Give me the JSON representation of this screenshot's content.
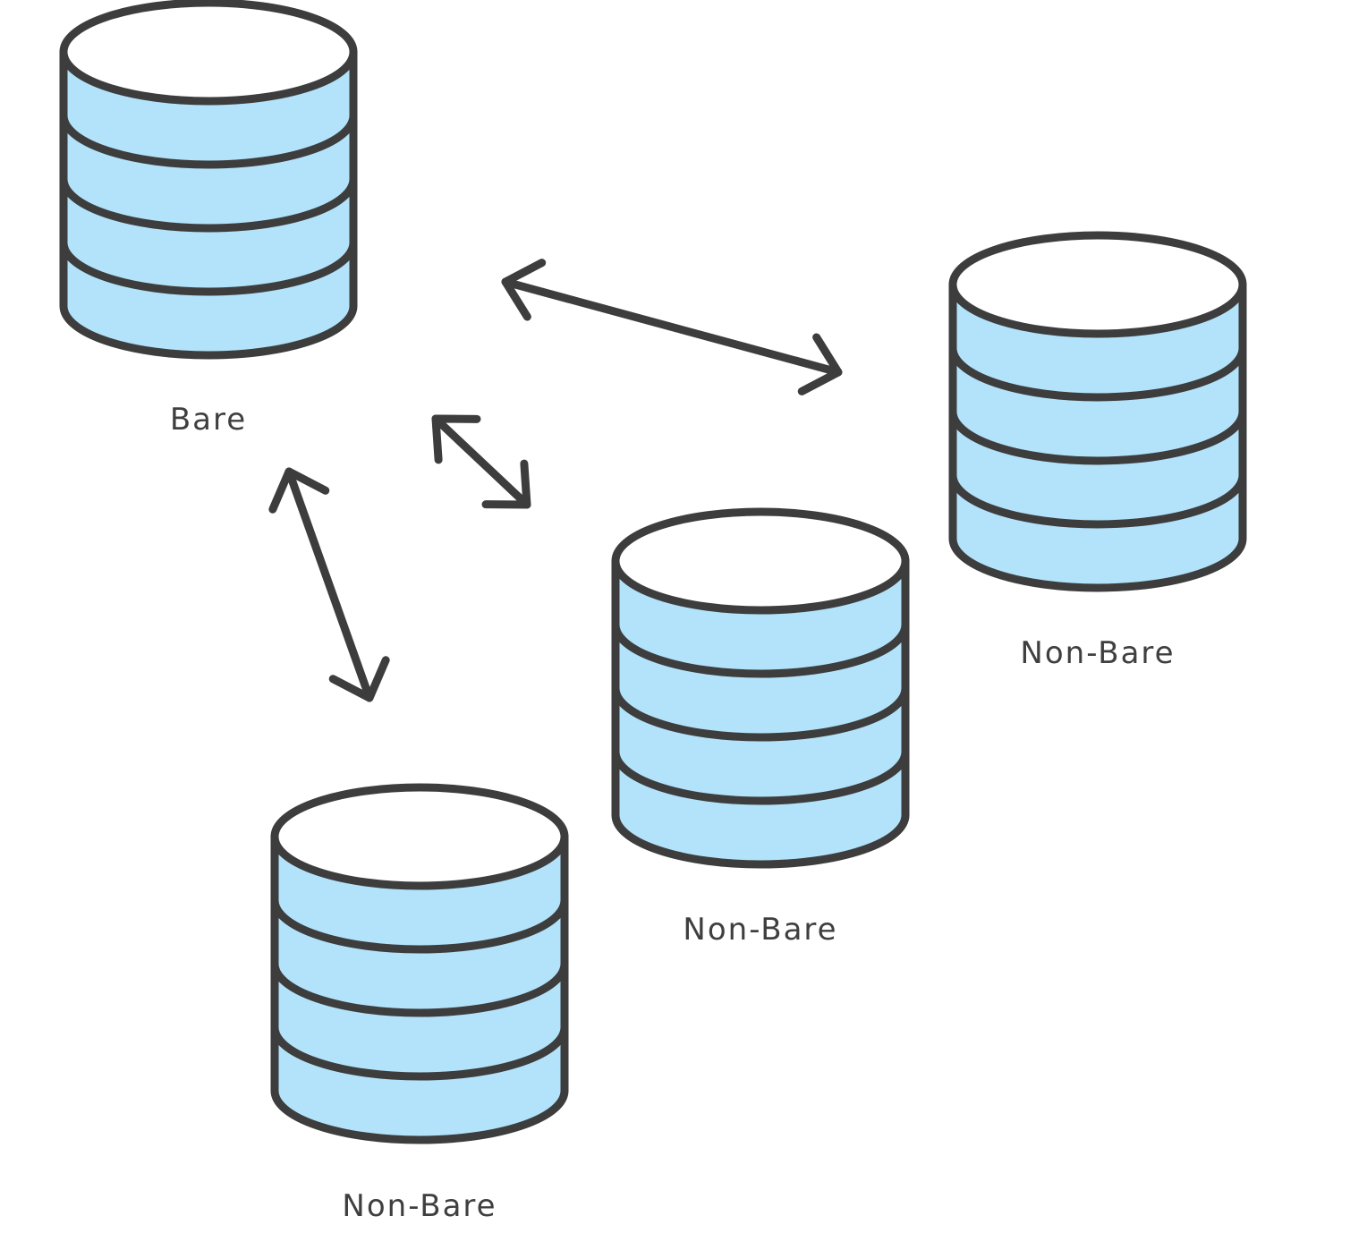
{
  "colors": {
    "stroke": "#3d3d3d",
    "fill": "#b3e3fa",
    "top": "#ffffff",
    "text": "#3f3f3f"
  },
  "repositories": [
    {
      "name": "bare-repo",
      "label": "Bare",
      "kind": "bare"
    },
    {
      "name": "non-bare-repo-1",
      "label": "Non-Bare",
      "kind": "non-bare"
    },
    {
      "name": "non-bare-repo-2",
      "label": "Non-Bare",
      "kind": "non-bare"
    },
    {
      "name": "non-bare-repo-3",
      "label": "Non-Bare",
      "kind": "non-bare"
    }
  ],
  "connections": [
    {
      "from": "bare-repo",
      "to": "non-bare-repo-3",
      "direction": "bidirectional"
    },
    {
      "from": "bare-repo",
      "to": "non-bare-repo-2",
      "direction": "bidirectional"
    },
    {
      "from": "bare-repo",
      "to": "non-bare-repo-1",
      "direction": "bidirectional"
    }
  ]
}
